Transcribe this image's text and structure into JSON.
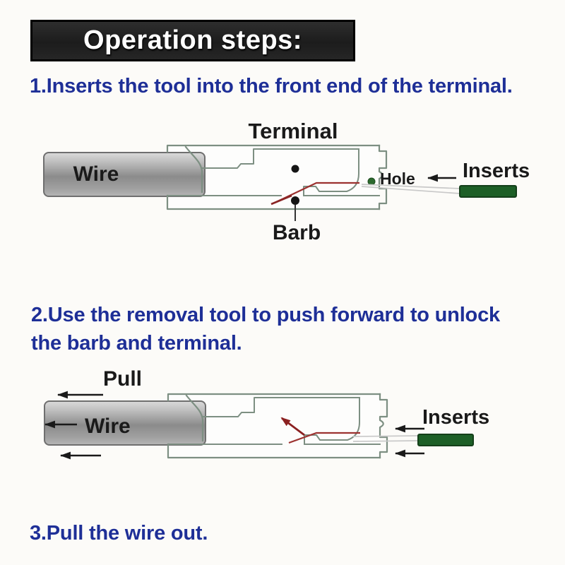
{
  "header": {
    "title": "Operation steps:"
  },
  "steps": {
    "step1": "1.Inserts the tool into the front end of the terminal.",
    "step2_line1": "2.Use the removal tool to push forward to unlock",
    "step2_line2": "the barb and terminal.",
    "step3": "3.Pull the wire out."
  },
  "diagram1": {
    "terminal_label": "Terminal",
    "wire_label": "Wire",
    "hole_label": "Hole",
    "inserts_label": "Inserts",
    "barb_label": "Barb"
  },
  "diagram2": {
    "pull_label": "Pull",
    "wire_label": "Wire",
    "inserts_label": "Inserts"
  },
  "colors": {
    "header_bg": "#1f1f1f",
    "header_text": "#ffffff",
    "step_text_blue": "#1e2f97",
    "housing_outline_sage": "#7d8f82",
    "wire_gray": "#9a9a9a",
    "tool_green": "#1d5f27",
    "barb_red": "#9c3230",
    "hole_dot_green": "#2c6a2e",
    "arrow_black": "#1a1a1a"
  }
}
